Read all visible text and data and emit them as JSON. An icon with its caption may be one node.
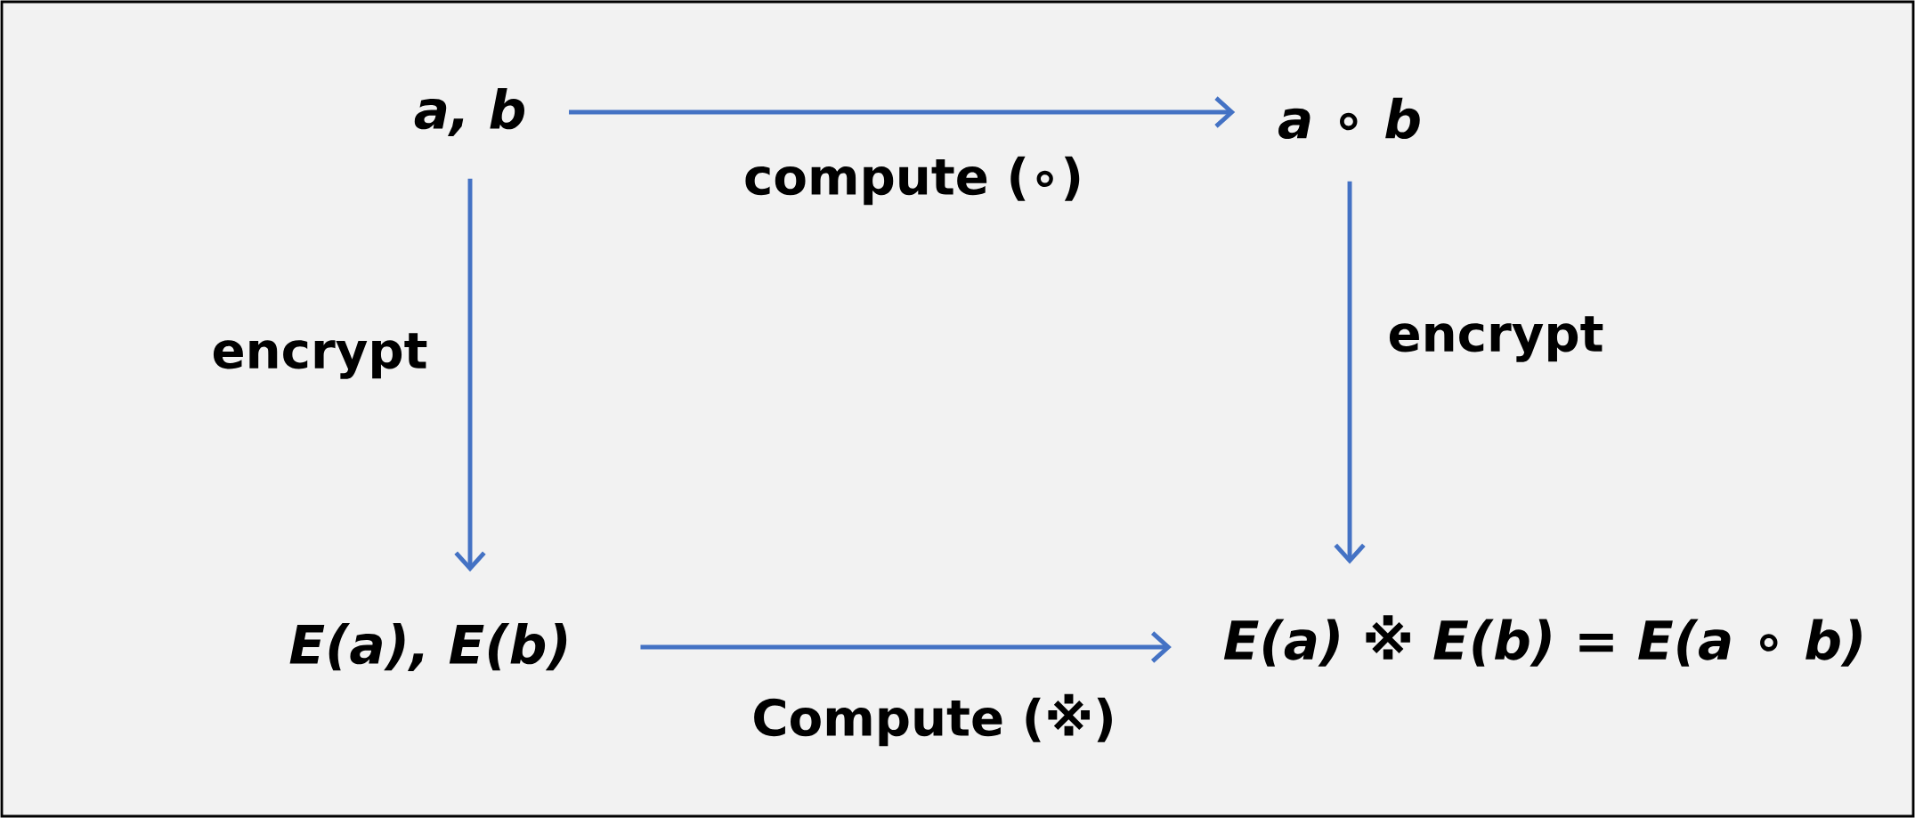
{
  "diagram": {
    "nodes": [
      {
        "text": [
          "a, b"
        ]
      },
      {
        "text": [
          "a ∘ b"
        ]
      },
      {
        "text": [
          "E(a), E(b)"
        ]
      },
      {
        "text": [
          "E(a) ※ E(b) = E(a ∘ b)"
        ]
      }
    ],
    "edges": [
      {
        "from": 0,
        "to": 1,
        "arrow": "to",
        "label": "compute (∘)"
      },
      {
        "from": 0,
        "to": 2,
        "arrow": "to",
        "label": "encrypt"
      },
      {
        "from": 1,
        "to": 3,
        "arrow": "to",
        "label": "encrypt"
      },
      {
        "from": 2,
        "to": 3,
        "arrow": "to",
        "label": "Compute (※)"
      }
    ]
  }
}
